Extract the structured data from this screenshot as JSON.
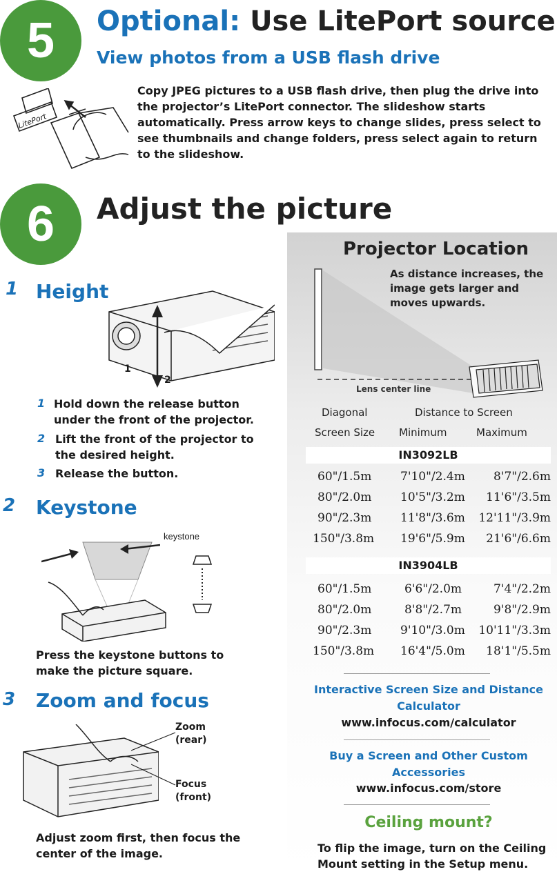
{
  "step5": {
    "badge": "5",
    "title_optional": "Optional:",
    "title_rest": "Use LitePort source",
    "subtitle": "View photos from a USB flash drive",
    "body": "Copy JPEG pictures to a USB flash drive, then plug the drive into the projector’s LitePort connector. The slideshow starts automatically. Press arrow keys to change slides, press select to see thumbnails and change folders, press select again to return to the slideshow.",
    "illustration_label": "LitePort"
  },
  "step6": {
    "badge": "6",
    "title": "Adjust the picture"
  },
  "height": {
    "num": "1",
    "title": "Height",
    "callout_1": "1",
    "callout_2": "2",
    "steps": [
      {
        "num": "1",
        "text": "Hold down the release button under the front of the projector."
      },
      {
        "num": "2",
        "text": "Lift the front of the projector to the desired height."
      },
      {
        "num": "3",
        "text": "Release the button."
      }
    ]
  },
  "keystone": {
    "num": "2",
    "title": "Keystone",
    "label": "keystone",
    "body": "Press the keystone buttons to make the picture square."
  },
  "zoom": {
    "num": "3",
    "title": "Zoom and focus",
    "zoom_label": "Zoom (rear)",
    "focus_label": "Focus (front)",
    "body": "Adjust zoom first, then focus the center of the image."
  },
  "projector_location": {
    "title": "Projector Location",
    "note": "As distance increases, the image gets larger and moves upwards.",
    "lens_label": "Lens center line",
    "headers": {
      "diagonal": "Diagonal",
      "screen_size": "Screen Size",
      "distance": "Distance to Screen",
      "minimum": "Minimum",
      "maximum": "Maximum"
    },
    "models": [
      {
        "name": "IN3092LB",
        "rows": [
          [
            "60\"/1.5m",
            "7'10\"/2.4m",
            "8'7\"/2.6m"
          ],
          [
            "80\"/2.0m",
            "10'5\"/3.2m",
            "11'6\"/3.5m"
          ],
          [
            "90\"/2.3m",
            "11'8\"/3.6m",
            "12'11\"/3.9m"
          ],
          [
            "150\"/3.8m",
            "19'6\"/5.9m",
            "21'6\"/6.6m"
          ]
        ]
      },
      {
        "name": "IN3904LB",
        "rows": [
          [
            "60\"/1.5m",
            "6'6\"/2.0m",
            "7'4\"/2.2m"
          ],
          [
            "80\"/2.0m",
            "8'8\"/2.7m",
            "9'8\"/2.9m"
          ],
          [
            "90\"/2.3m",
            "9'10\"/3.0m",
            "10'11\"/3.3m"
          ],
          [
            "150\"/3.8m",
            "16'4\"/5.0m",
            "18'1\"/5.5m"
          ]
        ]
      }
    ],
    "calculator_title": "Interactive Screen Size and Distance Calculator",
    "calculator_url": "www.infocus.com/calculator",
    "store_title": "Buy a Screen and Other Custom Accessories",
    "store_url": "www.infocus.com/store",
    "ceiling_title": "Ceiling mount?",
    "ceiling_body": "To flip the image, turn on the Ceiling Mount setting in the Setup menu."
  },
  "colors": {
    "badge_green": "#4a9a3c",
    "heading_blue": "#1a72b8",
    "ceiling_green": "#5aa23e"
  }
}
